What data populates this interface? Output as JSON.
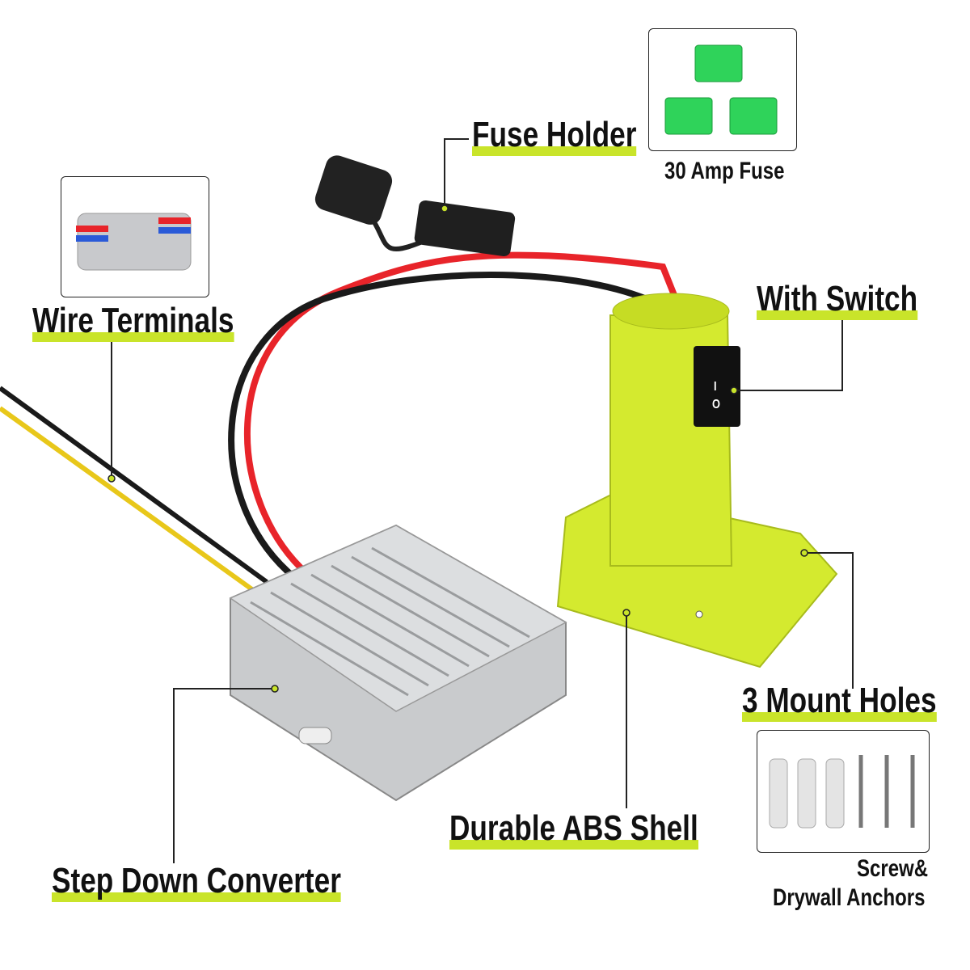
{
  "colors": {
    "highlight": "#c9e42a",
    "shell": "#d4ea2f",
    "wire_red": "#e8242a",
    "wire_black": "#1a1a1a",
    "aluminum": "#c9cbcd",
    "fuse_green": "#2fd35a"
  },
  "labels": {
    "fuse_holder": "Fuse Holder",
    "fuse_caption": "30 Amp Fuse",
    "wire_terminals": "Wire Terminals",
    "with_switch": "With Switch",
    "mount_holes": "3 Mount Holes",
    "abs_shell": "Durable ABS Shell",
    "converter": "Step Down Converter",
    "screws_line1": "Screw&",
    "screws_line2": "Drywall Anchors"
  },
  "switch": {
    "on": "I",
    "off": "O"
  }
}
